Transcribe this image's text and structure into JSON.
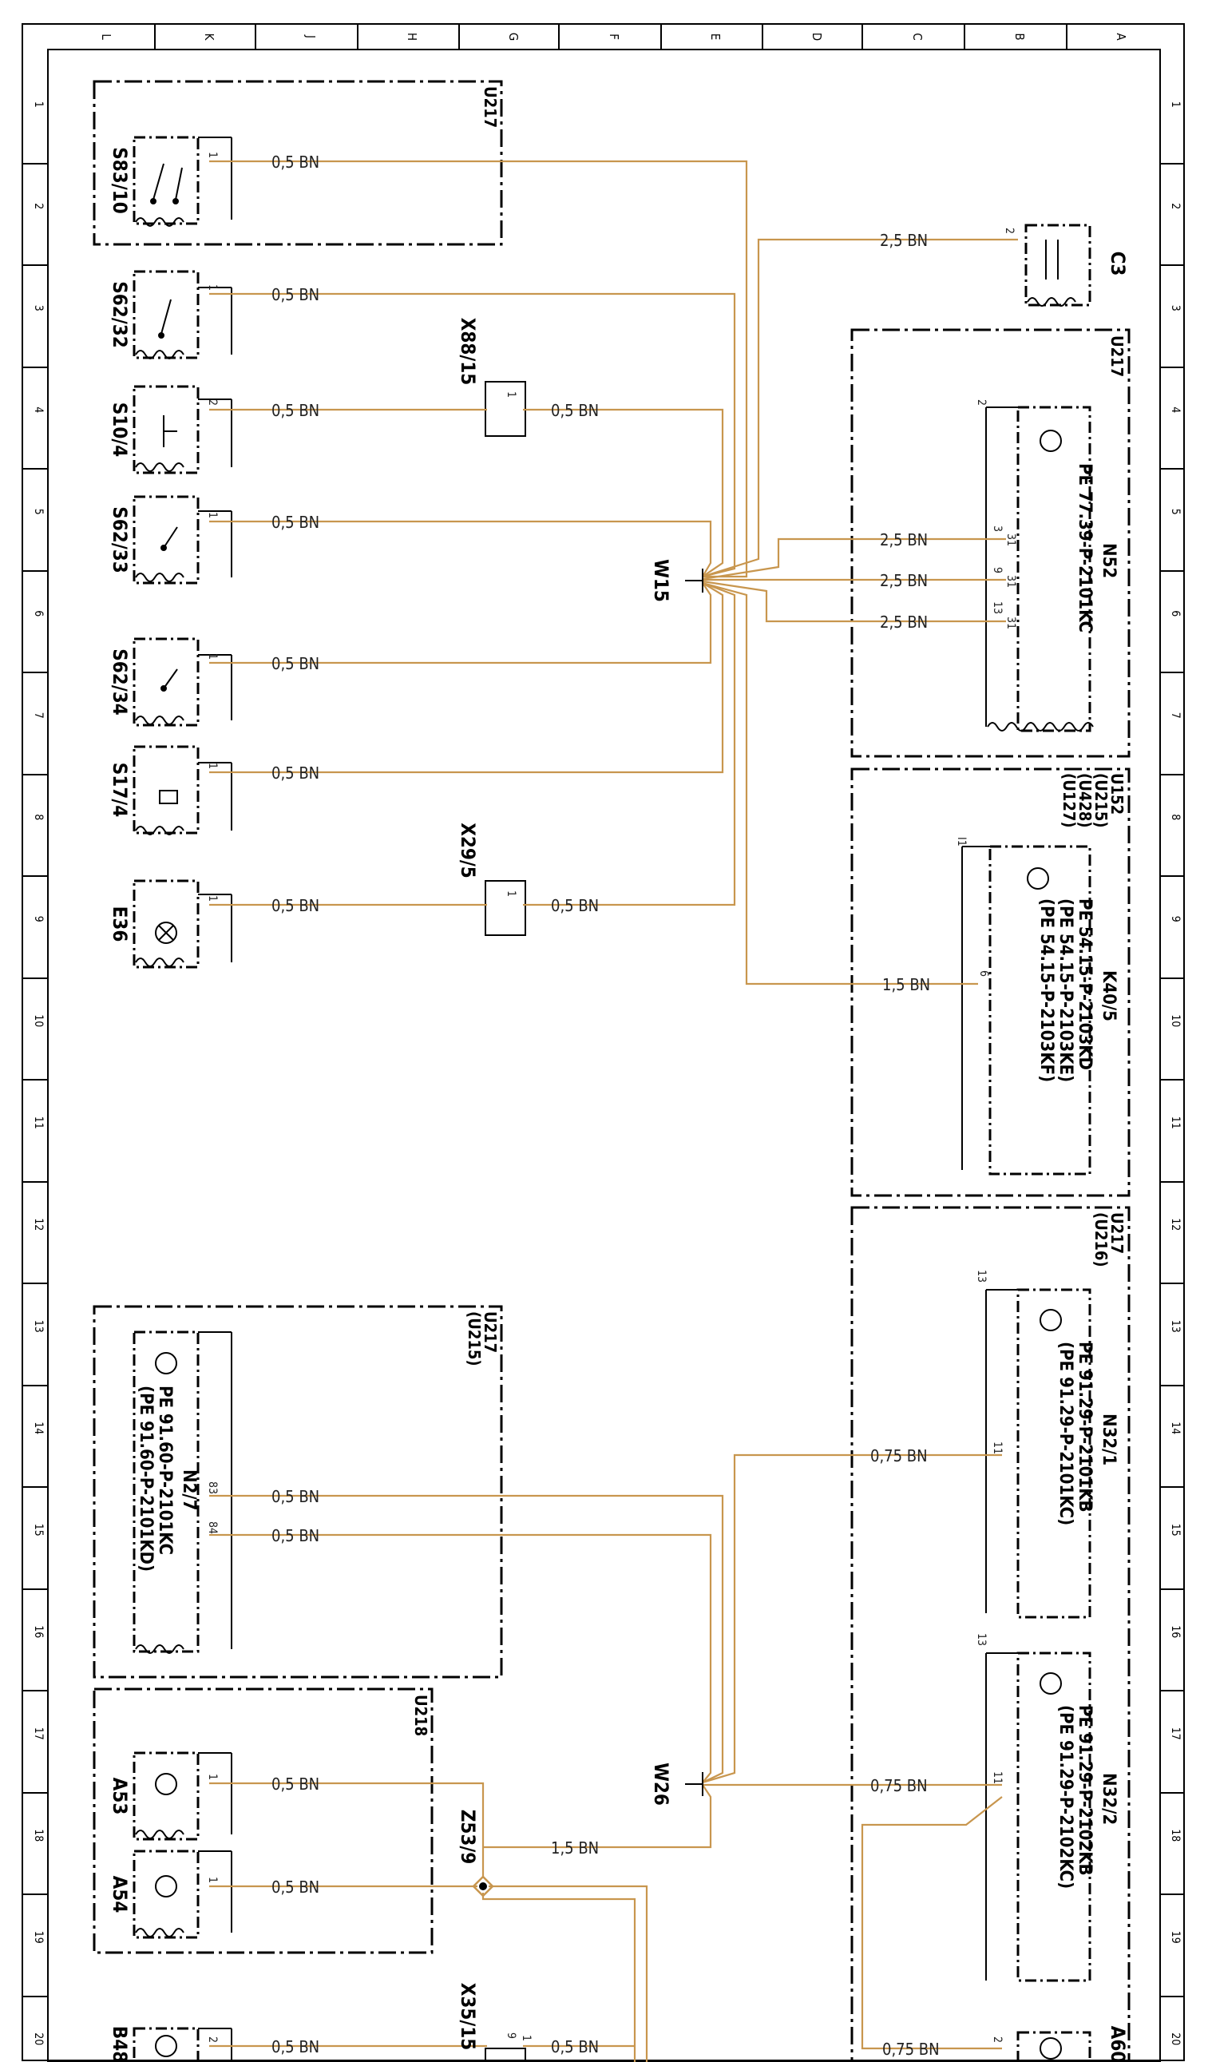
{
  "frame": {
    "col_letters": [
      "L",
      "K",
      "J",
      "H",
      "G",
      "F",
      "E",
      "D",
      "C",
      "B",
      "A"
    ],
    "row_numbers": [
      "1",
      "2",
      "3",
      "4",
      "5",
      "6",
      "7",
      "8",
      "9",
      "10",
      "11",
      "12",
      "13",
      "14",
      "15",
      "16",
      "17",
      "18",
      "19",
      "20"
    ]
  },
  "colors": {
    "wire": "#C8964E",
    "line": "#000000"
  },
  "boxes": {
    "u217_top": "U217",
    "u217_n52": "U217",
    "k40_u": [
      "U152",
      "(U215)",
      "(U428)",
      "(U127)"
    ],
    "n32_u": [
      "U217",
      "(U216)"
    ],
    "n2_u": [
      "U217",
      "(U215)"
    ],
    "u218": "U218"
  },
  "components": {
    "s83_10": "S83/10",
    "s62_32": "S62/32",
    "s10_4": "S10/4",
    "s62_33": "S62/33",
    "s62_34": "S62/34",
    "s17_4": "S17/4",
    "e36": "E36",
    "x88_15": "X88/15",
    "x29_5": "X29/5",
    "w15": "W15",
    "w26": "W26",
    "z53_9": "Z53/9",
    "x35_15": "X35/15",
    "a53": "A53",
    "a54": "A54",
    "b48": "B48",
    "c3": "C3",
    "a60": "A60",
    "n52": {
      "name": "N52",
      "pe": "PE 77.39-P-2101KC"
    },
    "k40_5": {
      "name": "K40/5",
      "pe": [
        "PE 54.15-P-2103KD",
        "(PE 54.15-P-2103KE)",
        "(PE 54.15-P-2103KF)"
      ]
    },
    "n32_1": {
      "name": "N32/1",
      "pe": [
        "PE 91.29-P-2101KB",
        "(PE 91.29-P-2101KC)"
      ]
    },
    "n32_2": {
      "name": "N32/2",
      "pe": [
        "PE 91.29-P-2102KB",
        "(PE 91.29-P-2102KC)"
      ]
    },
    "n2_7": {
      "name": "N2/7",
      "pe": [
        "PE 91.60-P-2101KC",
        "(PE 91.60-P-2101KD)"
      ]
    }
  },
  "wires": {
    "w05": "0,5 BN",
    "w25": "2,5 BN",
    "w15": "1,5 BN",
    "w075": "0,75 BN"
  },
  "pins": {
    "p1": "1",
    "p2": "2",
    "p3": "3",
    "p9": "9",
    "p13": "13",
    "p31": "31",
    "p11": "11",
    "pI1": "I1",
    "p6": "6",
    "p83": "83",
    "p84": "84"
  }
}
